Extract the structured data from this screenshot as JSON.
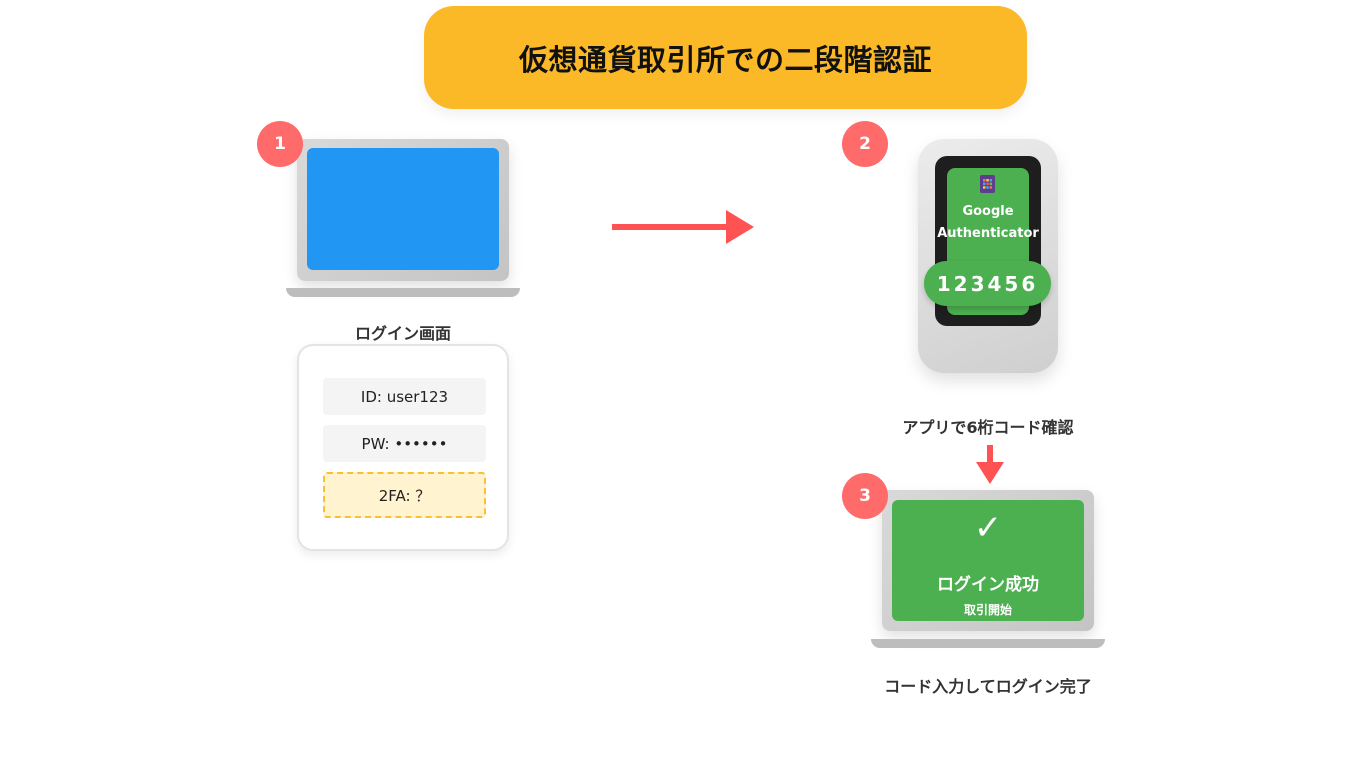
{
  "title": "仮想通貨取引所での二段階認証",
  "colors": {
    "banner": "#fbb827",
    "badge": "#ff6b6b",
    "arrow": "#ff5252",
    "login_screen": "#2196f3",
    "success_green": "#4caf50",
    "tfa_border": "#fbc02d"
  },
  "steps": [
    {
      "number": "1",
      "caption": "ログイン画面",
      "form": {
        "id_field": "ID: user123",
        "pw_field": "PW: ••••••",
        "tfa_field": "2FA: ？"
      }
    },
    {
      "number": "2",
      "caption": "アプリで6桁コード確認",
      "app_icon": "authenticator-app-icon",
      "app_name_line1": "Google",
      "app_name_line2": "Authenticator",
      "code": "123456"
    },
    {
      "number": "3",
      "caption": "コード入力してログイン完了",
      "check_icon": "✓",
      "success_title": "ログイン成功",
      "success_sub": "取引開始"
    }
  ]
}
